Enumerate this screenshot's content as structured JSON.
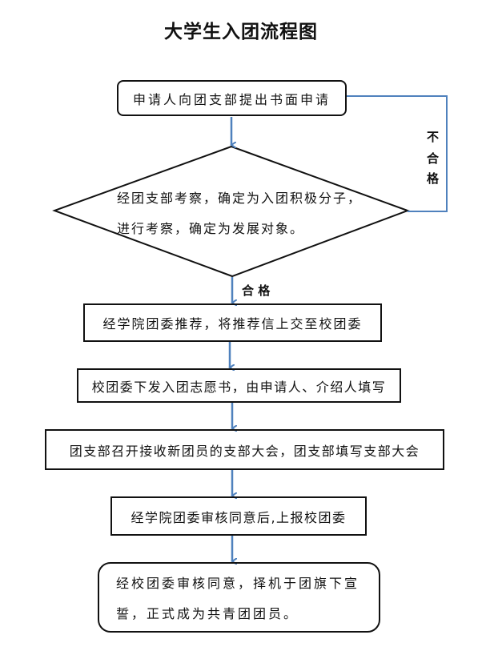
{
  "title": "大学生入团流程图",
  "steps": {
    "apply": "申请人向团支部提出书面申请",
    "review_line1": "经团支部考察，确定为入团积极分子，",
    "review_line2": "进行考察，确定为发展对象。",
    "recommend": "经学院团委推荐，将推荐信上交至校团委",
    "form": "校团委下发入团志愿书，由申请人、介绍人填写",
    "meeting": "团支部召开接收新团员的支部大会，团支部填写支部大会",
    "approve": "经学院团委审核同意后,上报校团委",
    "final_line1": "经校团委审核同意，择机于团旗下宣",
    "final_line2": "誓，正式成为共青团团员。"
  },
  "labels": {
    "fail_1": "不",
    "fail_2": "合",
    "fail_3": "格",
    "pass": "合 格"
  },
  "colors": {
    "arrow": "#4f81bd",
    "border": "#111111"
  }
}
